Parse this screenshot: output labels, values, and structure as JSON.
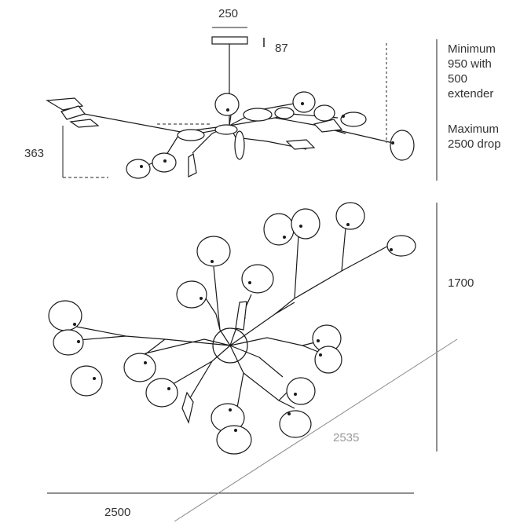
{
  "dimensions": {
    "canopy_width": "250",
    "canopy_height": "87",
    "side_height": "363",
    "overall_height": "1700",
    "diagonal": "2535",
    "overall_width": "2500"
  },
  "notes": {
    "drop_min": [
      "Minimum",
      "950 with",
      "500",
      "extender"
    ],
    "drop_max": [
      "Maximum",
      "2500 drop"
    ]
  },
  "colors": {
    "line": "#1a1a1a",
    "dim_line": "#222222",
    "dim_text_grey": "#9a9a9a"
  }
}
